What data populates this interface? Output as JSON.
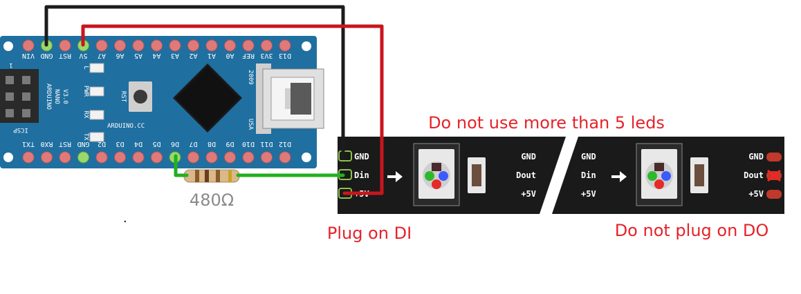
{
  "colors": {
    "board": "#1f6fa0",
    "strip": "#1a1a1a",
    "wire_gnd": "#1c1c1c",
    "wire_5v": "#c8161d",
    "wire_data": "#22b022",
    "note": "#e5232a",
    "resistor_label": "#8a8a8a"
  },
  "arduino": {
    "top_pins": [
      "VIN",
      "GND",
      "RST",
      "5V",
      "A7",
      "A6",
      "A5",
      "A4",
      "A3",
      "A2",
      "A1",
      "A0",
      "REF",
      "3V3",
      "D13"
    ],
    "bottom_pins": [
      "TX1",
      "RX0",
      "RST",
      "GND",
      "D2",
      "D3",
      "D4",
      "D5",
      "D6",
      "D7",
      "D8",
      "D9",
      "D10",
      "D11",
      "D12"
    ],
    "leds": [
      "L",
      "PWR",
      "RX",
      "TX"
    ],
    "rst_label": "RST",
    "model_lines": [
      "ARDUINO",
      "NANO",
      "V3.0"
    ],
    "brand": "ARDUINO.CC",
    "year": "2009",
    "country": "USA",
    "icsp_label": "ICSP",
    "header_number": "1"
  },
  "resistor": {
    "label": "480Ω"
  },
  "strip": {
    "left_labels": [
      "GND",
      "Din",
      "+5V"
    ],
    "mid_left_labels": [
      "GND",
      "Dout",
      "+5V"
    ],
    "mid_right_labels": [
      "GND",
      "Din",
      "+5V"
    ],
    "right_labels": [
      "GND",
      "Dout",
      "+5V"
    ]
  },
  "notes": {
    "top": "Do not use more than 5 leds",
    "plug_di": "Plug on DI",
    "no_do": "Do not plug on DO"
  },
  "dot": "."
}
